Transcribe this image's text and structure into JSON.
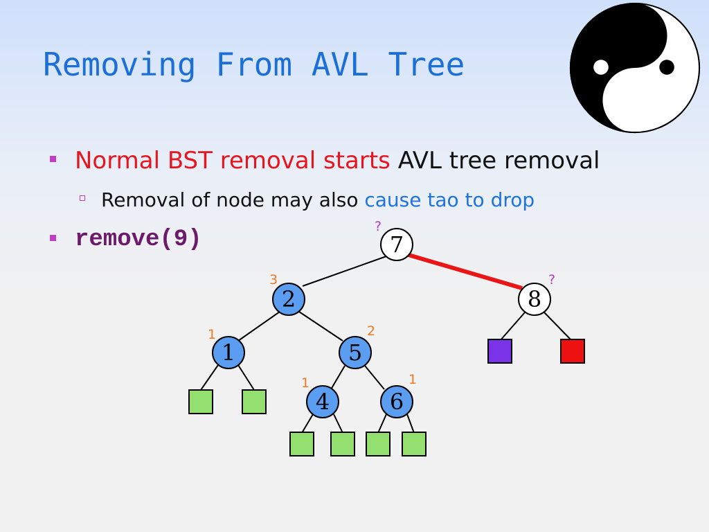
{
  "slide": {
    "title": "Removing From AVL Tree",
    "bullets": {
      "b1_red": "Normal BST removal starts",
      "b1_black": " AVL tree removal",
      "b2_black": "Removal of node may also ",
      "b2_blue": "cause tao to drop",
      "b3_code": "remove(9)"
    }
  },
  "tree": {
    "nodes": {
      "n7": {
        "label": "7",
        "height_label": "?",
        "height_color": "#b13cc0",
        "fill": "#ffffff"
      },
      "n2": {
        "label": "2",
        "height_label": "3",
        "height_color": "#ea7a22",
        "fill": "#5b9df1"
      },
      "n8": {
        "label": "8",
        "height_label": "?",
        "height_color": "#b13cc0",
        "fill": "#ffffff"
      },
      "n1": {
        "label": "1",
        "height_label": "1",
        "height_color": "#ea7a22",
        "fill": "#5b9df1"
      },
      "n5": {
        "label": "5",
        "height_label": "2",
        "height_color": "#ea7a22",
        "fill": "#5b9df1"
      },
      "n4": {
        "label": "4",
        "height_label": "1",
        "height_color": "#ea7a22",
        "fill": "#5b9df1"
      },
      "n6": {
        "label": "6",
        "height_label": "1",
        "height_color": "#ea7a22",
        "fill": "#5b9df1"
      }
    },
    "leaf_colors": {
      "normal": "#93e070",
      "purple": "#7a33e6",
      "red": "#ee1111"
    },
    "highlight_edge_color": "#e81616"
  }
}
